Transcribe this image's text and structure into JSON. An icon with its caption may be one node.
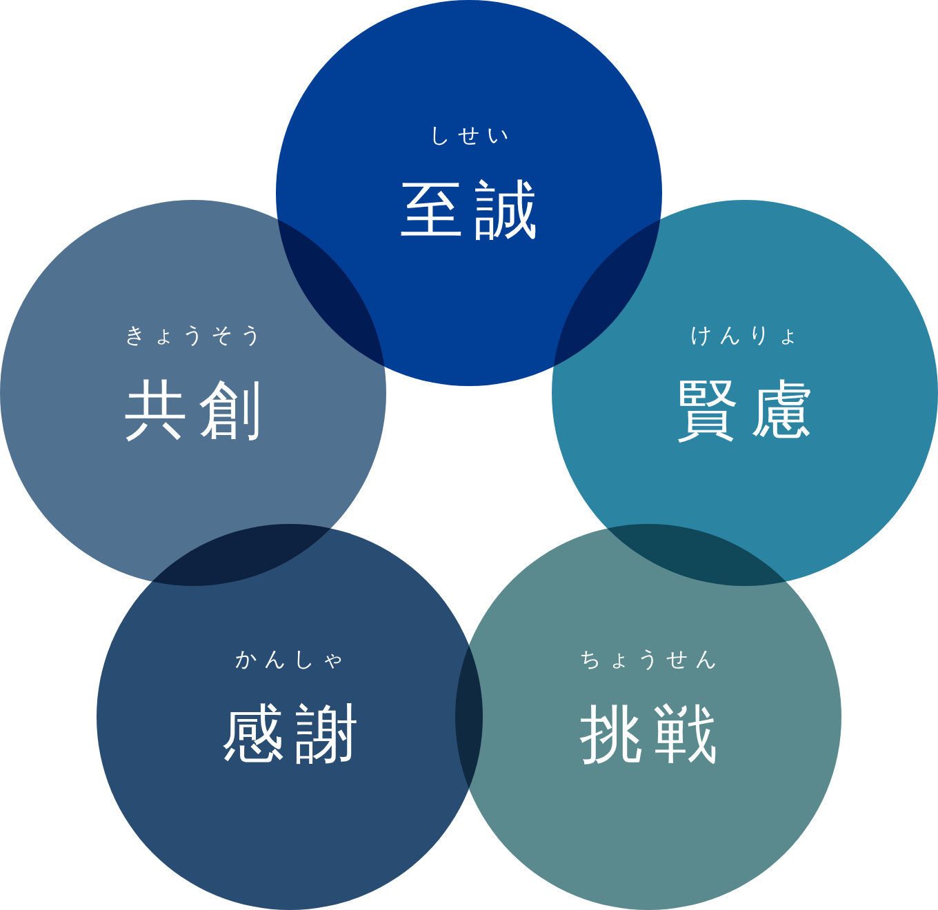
{
  "diagram": {
    "nodes": [
      {
        "text": [
          "しせい",
          "至誠"
        ]
      },
      {
        "text": [
          "きょうそう",
          "共創"
        ]
      },
      {
        "text": [
          "けんりょ",
          "賢慮"
        ]
      },
      {
        "text": [
          "かんしゃ",
          "感謝"
        ]
      },
      {
        "text": [
          "ちょうせん",
          "挑戦"
        ]
      }
    ]
  }
}
